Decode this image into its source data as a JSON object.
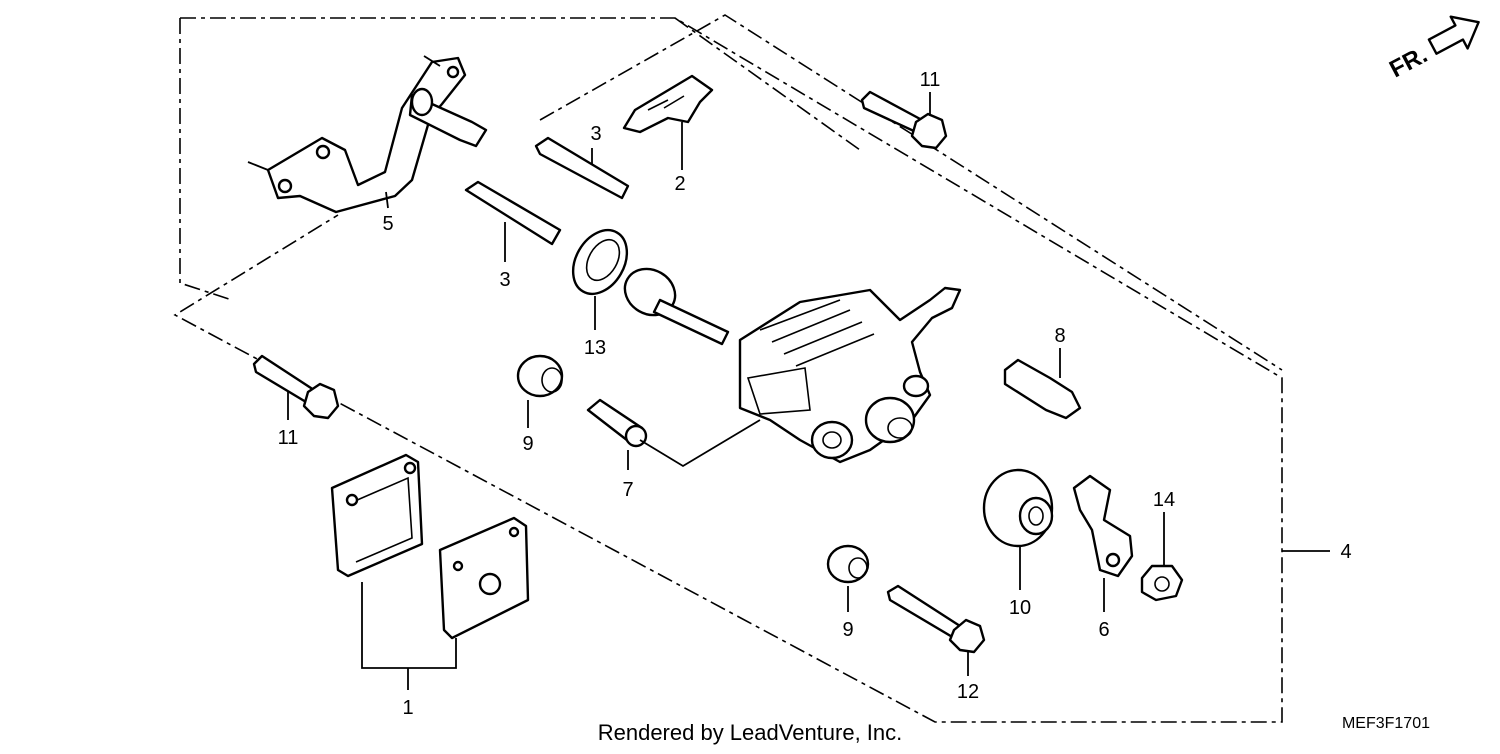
{
  "diagram": {
    "callouts": [
      {
        "id": "1",
        "text": "1"
      },
      {
        "id": "2",
        "text": "2"
      },
      {
        "id": "3a",
        "text": "3"
      },
      {
        "id": "3b",
        "text": "3"
      },
      {
        "id": "4",
        "text": "4"
      },
      {
        "id": "5",
        "text": "5"
      },
      {
        "id": "6",
        "text": "6"
      },
      {
        "id": "7",
        "text": "7"
      },
      {
        "id": "8",
        "text": "8"
      },
      {
        "id": "9a",
        "text": "9"
      },
      {
        "id": "9b",
        "text": "9"
      },
      {
        "id": "10",
        "text": "10"
      },
      {
        "id": "11a",
        "text": "11"
      },
      {
        "id": "11b",
        "text": "11"
      },
      {
        "id": "12",
        "text": "12"
      },
      {
        "id": "13",
        "text": "13"
      },
      {
        "id": "14",
        "text": "14"
      }
    ],
    "direction_marker": "FR.",
    "credit": "Rendered by LeadVenture, Inc.",
    "figure_code": "MEF3F1701"
  }
}
